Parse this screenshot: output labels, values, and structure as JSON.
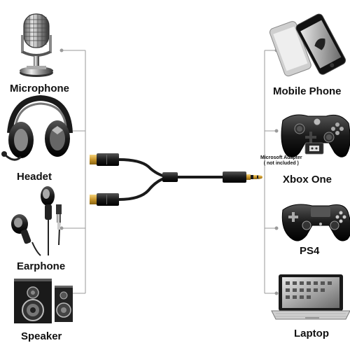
{
  "inputs": {
    "microphone": "Microphone",
    "headset": "Headet",
    "earphone": "Earphone",
    "speaker": "Speaker"
  },
  "outputs": {
    "mobile_phone": "Mobile Phone",
    "xbox_one": "Xbox One",
    "ps4": "PS4",
    "laptop": "Laptop"
  },
  "xbox_note": {
    "line1": "Microsoft Adapter",
    "line2": "( not included )"
  },
  "colors": {
    "connector_line": "#9a9a9a",
    "cable": "#1a1a1a",
    "plug_gold": "#d4a83a",
    "device_dark": "#222222",
    "device_mid": "#777777",
    "device_light": "#cfcfcf"
  },
  "icons": [
    "microphone-icon",
    "headset-icon",
    "earphone-icon",
    "speaker-icon",
    "mobile-phone-icon",
    "xbox-controller-icon",
    "ps4-controller-icon",
    "laptop-icon",
    "splitter-cable-icon"
  ]
}
